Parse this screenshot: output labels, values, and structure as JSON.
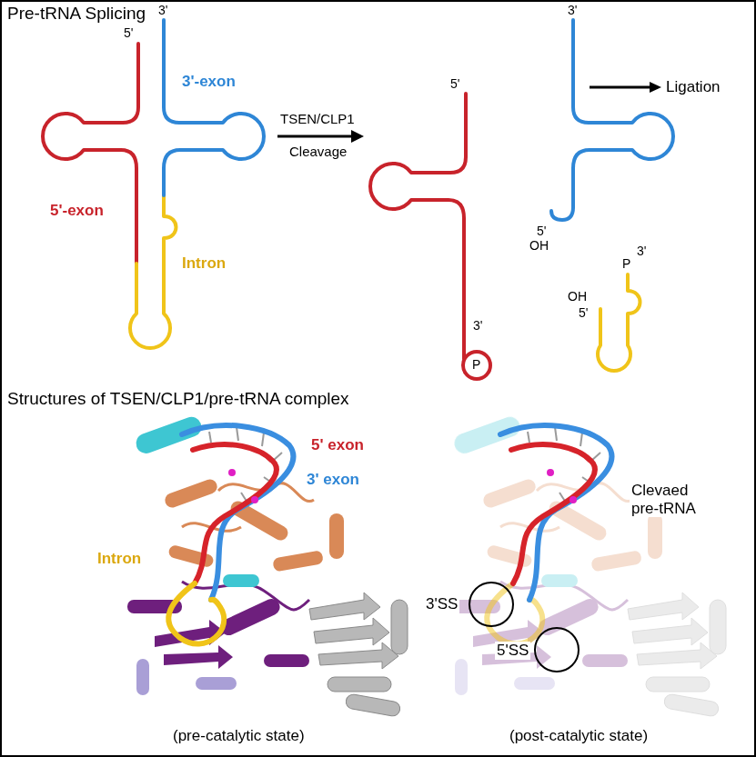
{
  "diagram": {
    "labels": [
      "Pre-tRNA Splicing",
      "5'",
      "3'",
      "3'-exon",
      "5'-exon",
      "Intron",
      "TSEN/CLP1",
      "Cleavage",
      "5'",
      "3'",
      "Ligation",
      "5'",
      "OH",
      "3'",
      "P",
      "OH",
      "5'",
      "3'",
      "P",
      "Structures of TSEN/CLP1/pre-tRNA complex",
      "5' exon",
      "3' exon",
      "Intron",
      "Clevaed pre-tRNA",
      "3'SS",
      "5'SS",
      "(pre-catalytic state)",
      "(post-catalytic state)"
    ]
  }
}
